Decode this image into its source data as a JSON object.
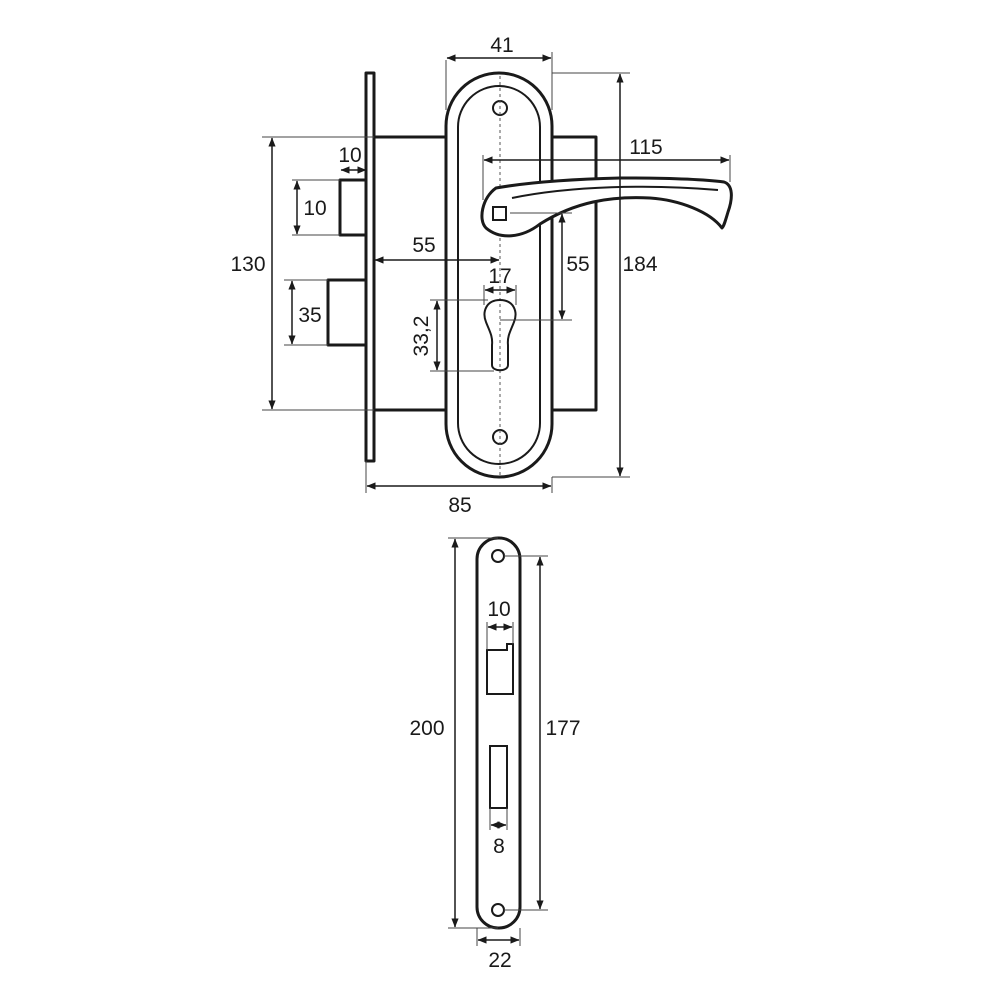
{
  "dimensions": {
    "escutcheon_width": "41",
    "handle_length": "115",
    "backset_top": "10",
    "latch_height": "10",
    "lock_body_height": "130",
    "backset": "55",
    "cylinder_width": "17",
    "handle_to_cylinder": "55",
    "escutcheon_height": "184",
    "bolt_height": "35",
    "cylinder_height": "33,2",
    "total_depth": "85",
    "strike_latch_width": "10",
    "faceplate_length": "200",
    "faceplate_holes_distance": "177",
    "strike_bolt_width": "8",
    "faceplate_width": "22"
  }
}
